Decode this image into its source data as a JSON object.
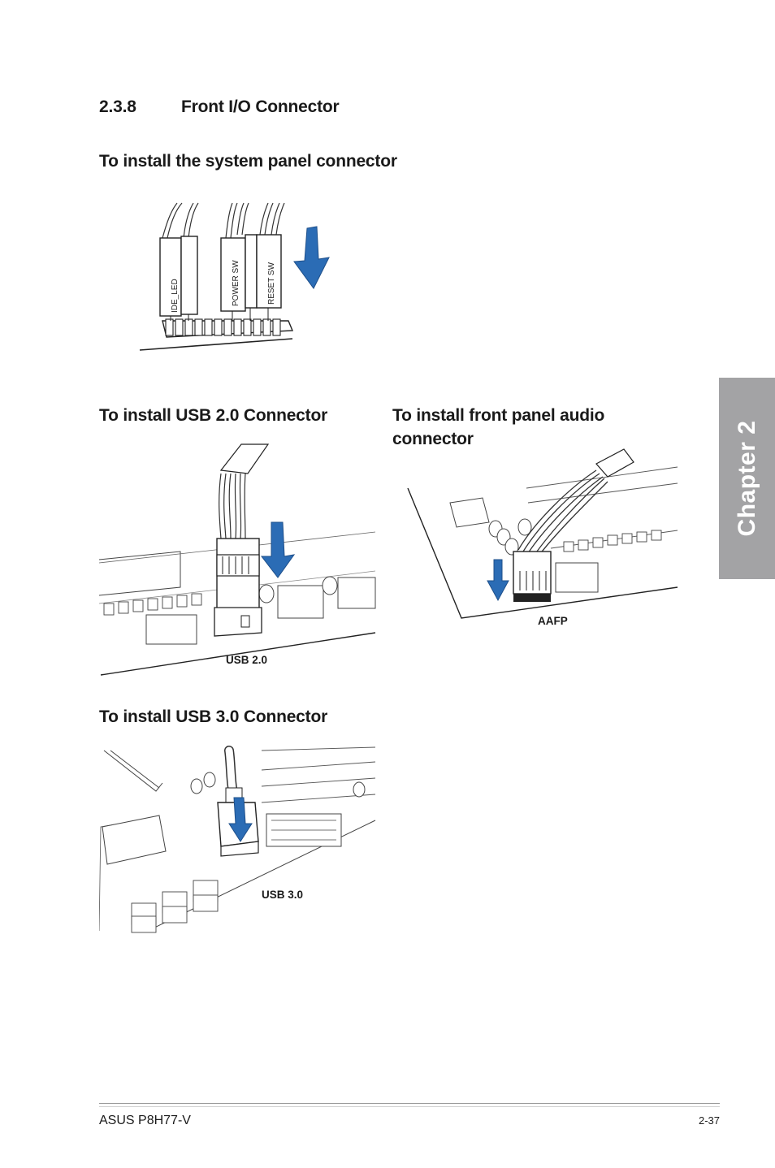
{
  "section": {
    "number": "2.3.8",
    "title": "Front I/O Connector"
  },
  "system_panel": {
    "heading": "To install the system panel connector",
    "labels": [
      "IDE_LED",
      "POWER SW",
      "RESET SW"
    ]
  },
  "usb2": {
    "heading": "To install USB 2.0 Connector",
    "caption": "USB 2.0"
  },
  "audio": {
    "heading_line1": "To install front panel audio",
    "heading_line2": "connector",
    "caption": "AAFP"
  },
  "usb3": {
    "heading": "To install USB 3.0 Connector",
    "caption": "USB 3.0"
  },
  "chapter_tab": {
    "label": "Chapter 2"
  },
  "footer": {
    "product": "ASUS P8H77-V",
    "page": "2-37"
  },
  "colors": {
    "arrow": "#2b6cb5",
    "tab": "#a3a3a5"
  }
}
